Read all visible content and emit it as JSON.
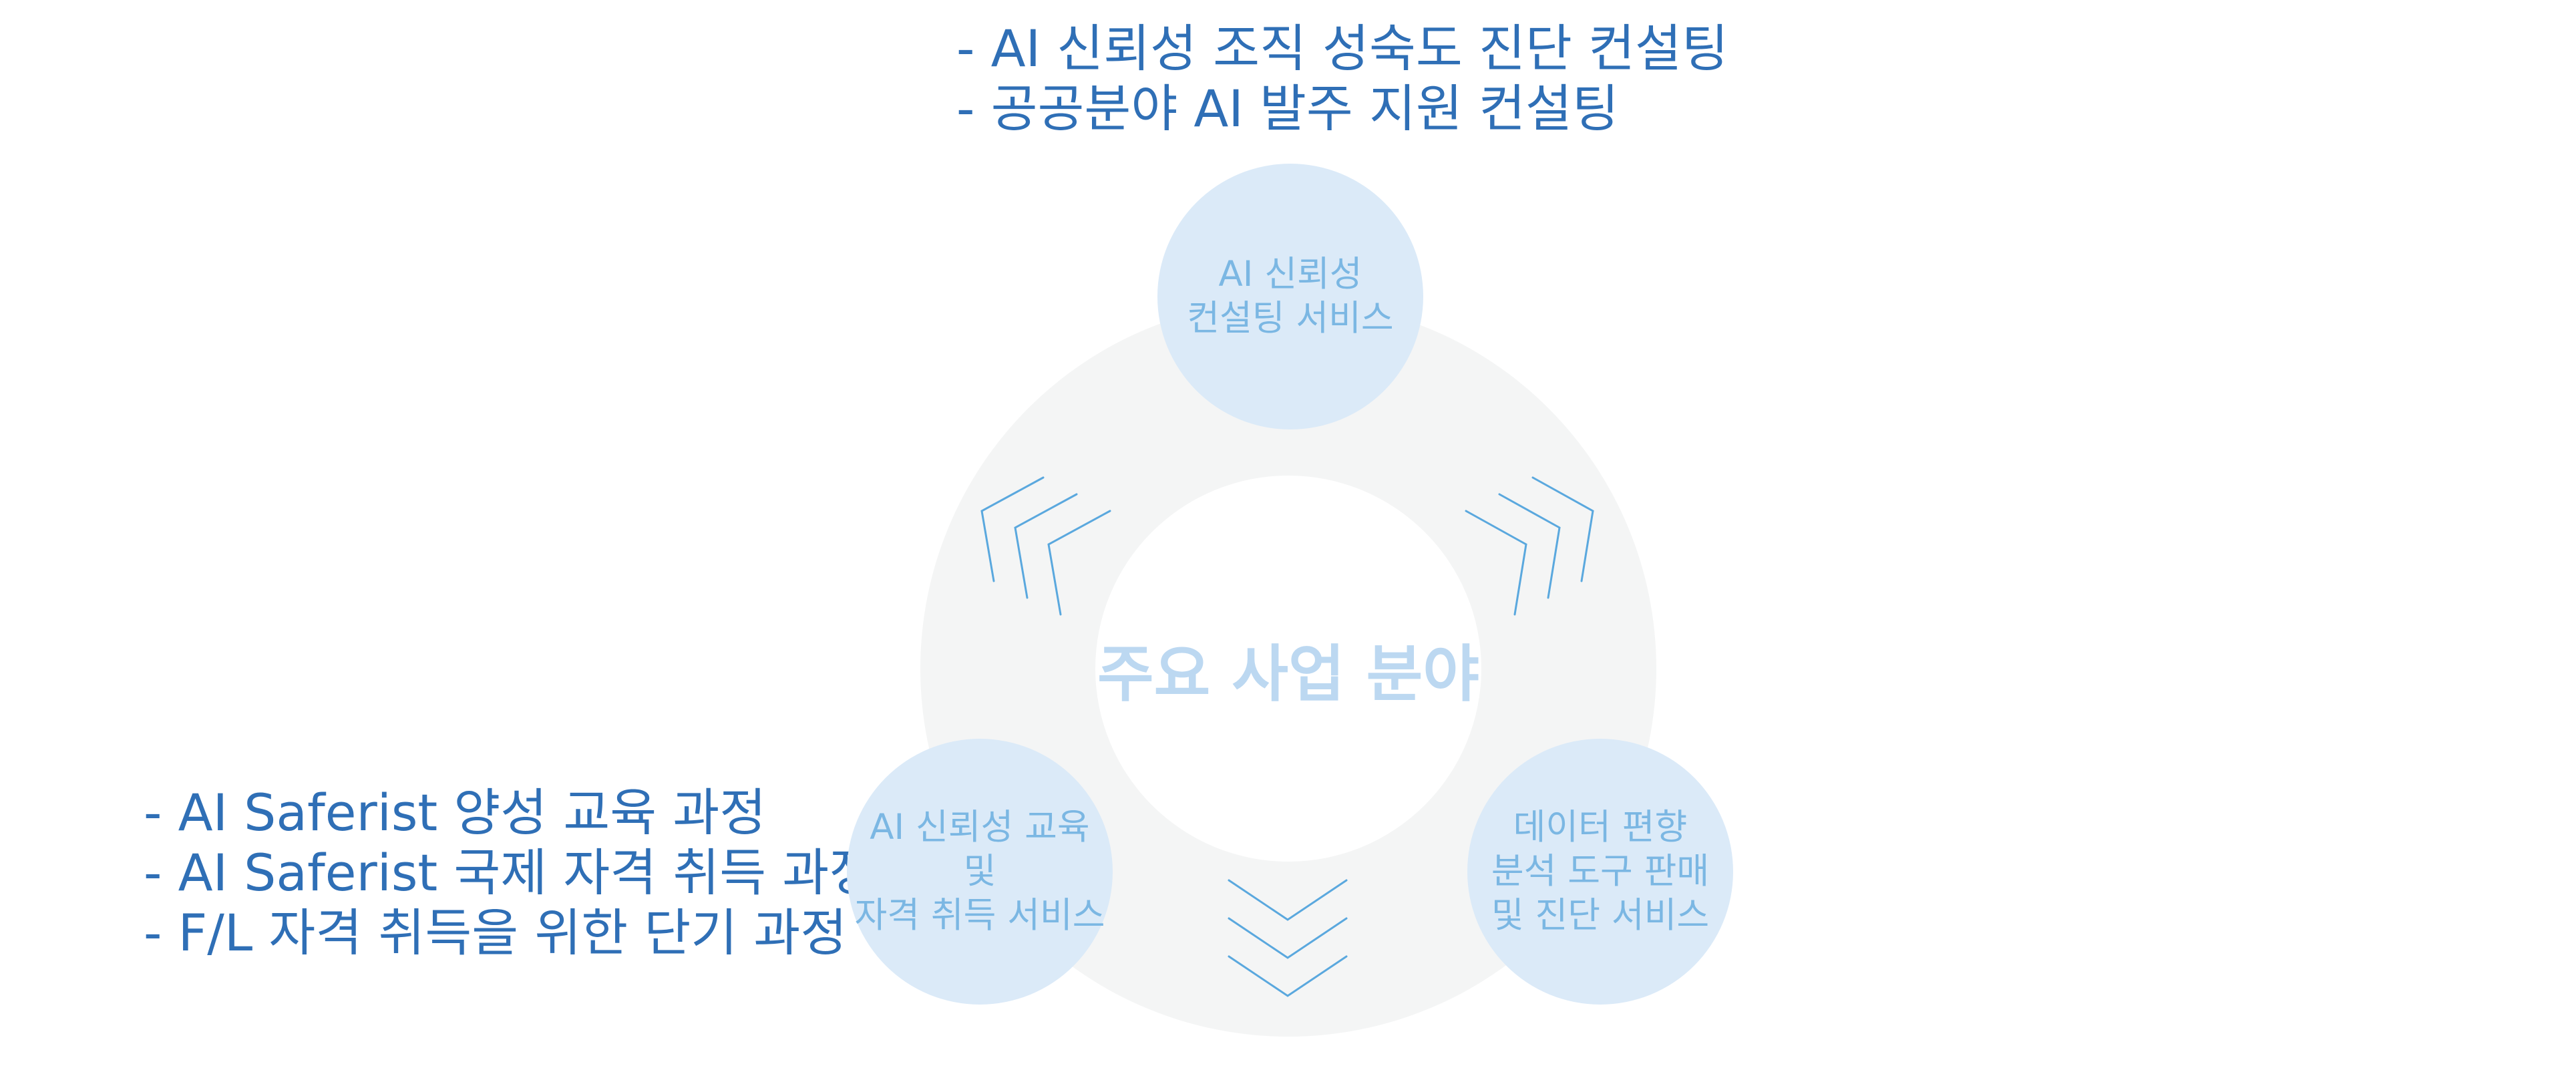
{
  "top_bullets": [
    "- AI 신뢰성 조직 성숙도 진단 컨설팅",
    "- 공공분야 AI 발주 지원 컨설팅"
  ],
  "left_bullets": [
    "- AI Saferist 양성 교육 과정",
    "- AI Saferist 국제 자격 취득 과정",
    "- F/L 자격 취득을 위한 단기 과정"
  ],
  "center": {
    "title": "주요 사업 분야"
  },
  "nodes": {
    "top": "AI 신뢰성\n컨설팅 서비스",
    "left": "AI 신뢰성 교육\n및\n자격 취득 서비스",
    "right": "데이터 편향\n분석 도구 판매\n및 진단 서비스"
  },
  "colors": {
    "bullet_text": "#2f6fb6",
    "ring": "#f4f5f5",
    "node_fill": "#dbeaf8",
    "node_text": "#7bb7e3",
    "center_text": "#bcd8f1",
    "chevron": "#5aa8de"
  }
}
